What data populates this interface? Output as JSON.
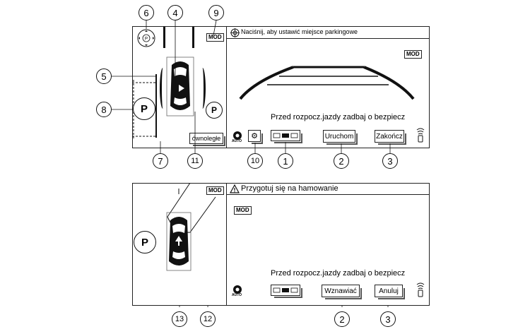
{
  "top_screen": {
    "instruction_text": "Naciśnij, aby ustawić miejsce parkingowe",
    "mod_left": "MOD",
    "mod_right": "MOD",
    "parking_p_left": "P",
    "parking_p_right": "P",
    "parallel_button_label": "ównoległe",
    "safety_text": "Przed rozpocz.jazdy zadbaj o bezpiecz",
    "auto_label": "AUTO",
    "start_button_label": "Uruchom",
    "finish_button_label": "Zakończ",
    "settings_icon": "gear-icon"
  },
  "bottom_screen": {
    "warning_text": "Przygotuj się na hamowanie",
    "mod_left": "MOD",
    "mod_right": "MOD",
    "parking_p": "P",
    "safety_text": "Przed rozpocz.jazdy zadbaj o bezpiecz",
    "auto_label": "AUTO",
    "resume_button_label": "Wznawiać",
    "cancel_button_label": "Anuluj"
  },
  "callouts": {
    "c1": "1",
    "c2": "2",
    "c3": "3",
    "c4": "4",
    "c5": "5",
    "c6": "6",
    "c7": "7",
    "c8": "8",
    "c9": "9",
    "c10": "10",
    "c11": "11",
    "c2b": "2",
    "c3b": "3",
    "c12": "12",
    "c13": "13"
  }
}
